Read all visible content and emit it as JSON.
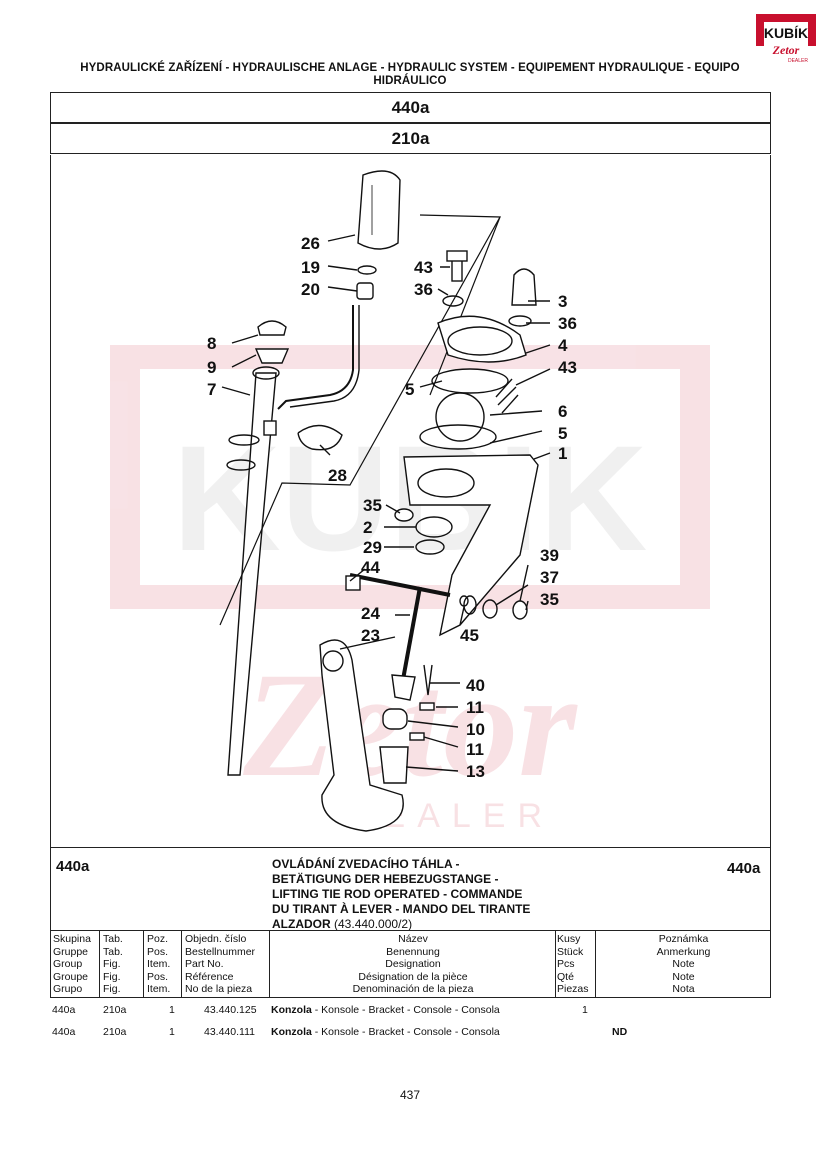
{
  "brand": {
    "logo_text": "KUBÍK",
    "logo_sub": "Zetor",
    "logo_dealer": "DEALER"
  },
  "header": {
    "line1": "HYDRAULICKÉ ZAŘÍZENÍ - HYDRAULISCHE ANLAGE - HYDRAULIC SYSTEM - EQUIPEMENT HYDRAULIQUE - EQUIPO",
    "line2": "HIDRÁULICO"
  },
  "group_code": "440a",
  "figure_code": "210a",
  "drawing": {
    "labels": [
      "26",
      "19",
      "20",
      "43",
      "36",
      "3",
      "36",
      "4",
      "43",
      "8",
      "9",
      "7",
      "5",
      "6",
      "5",
      "1",
      "28",
      "35",
      "2",
      "29",
      "44",
      "39",
      "37",
      "35",
      "24",
      "45",
      "23",
      "40",
      "11",
      "10",
      "11",
      "13"
    ],
    "watermark": "DEALER"
  },
  "title": {
    "group_left": "440a",
    "group_right": "440a",
    "lines": [
      "OVLÁDÁNÍ ZVEDACÍHO TÁHLA -",
      "BETÄTIGUNG DER HEBEZUGSTANGE -",
      "LIFTING TIE ROD OPERATED - COMMANDE",
      "DU TIRANT À LEVER - MANDO DEL TIRANTE"
    ],
    "last_line": "ALZADOR",
    "code": "(43.440.000/2)"
  },
  "columns": [
    [
      "Skupina",
      "Gruppe",
      "Group",
      "Groupe",
      "Grupo"
    ],
    [
      "Tab.",
      "Tab.",
      "Fig.",
      "Fig.",
      "Fig."
    ],
    [
      "Poz.",
      "Pos.",
      "Item.",
      "Pos.",
      "Item."
    ],
    [
      "Objedn. číslo",
      "Bestellnummer",
      "Part No.",
      "Référence",
      "No de la pieza"
    ],
    [
      "Název",
      "Benennung",
      "Designation",
      "Désignation de la pièce",
      "Denominación de la pieza"
    ],
    [
      "Kusy",
      "Stück",
      "Pcs",
      "Qté",
      "Piezas"
    ],
    [
      "Poznámka",
      "Anmerkung",
      "Note",
      "Note",
      "Nota"
    ]
  ],
  "rows": [
    {
      "group": "440a",
      "fig": "210a",
      "pos": "1",
      "part": "43.440.125",
      "name_bold": "Konzola",
      "name_rest": " - Konsole - Bracket - Console - Consola",
      "qty": "1",
      "note": ""
    },
    {
      "group": "440a",
      "fig": "210a",
      "pos": "1",
      "part": "43.440.111",
      "name_bold": "Konzola",
      "name_rest": " - Konsole - Bracket - Console - Consola",
      "qty": "",
      "note": "ND"
    }
  ],
  "page_number": "437"
}
